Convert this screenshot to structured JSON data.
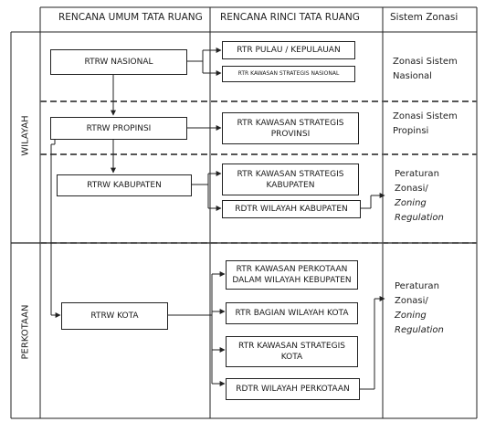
{
  "headers": {
    "col1": "RENCANA UMUM TATA RUANG",
    "col2": "RENCANA RINCI TATA RUANG",
    "col3": "Sistem Zonasi"
  },
  "rows": {
    "wilayah": "WILAYAH",
    "perkotaan": "PERKOTAAN"
  },
  "boxes": {
    "rtrw_nasional": "RTRW NASIONAL",
    "rtrw_propinsi": "RTRW PROPINSI",
    "rtrw_kabupaten": "RTRW KABUPATEN",
    "rtrw_kota": "RTRW KOTA",
    "rtr_pulau": "RTR PULAU / KEPULAUAN",
    "rtr_ksn": "RTR KAWASAN STRATEGIS NASIONAL",
    "rtr_ksp": "RTR KAWASAN STRATEGIS PROVINSI",
    "rtr_ksk": "RTR KAWASAN STRATEGIS KABUPATEN",
    "rdtr_kabupaten": "RDTR WILAYAH KABUPATEN",
    "rtr_perkotaan": "RTR KAWASAN PERKOTAAN DALAM WILAYAH KEBUPATEN",
    "rtr_bagian_kota": "RTR BAGIAN WILAYAH KOTA",
    "rtr_ks_kota": "RTR KAWASAN STRATEGIS KOTA",
    "rdtr_perkotaan": "RDTR WILAYAH PERKOTAAN"
  },
  "zones": {
    "nasional_line1": "Zonasi Sistem",
    "nasional_line2": "Nasional",
    "propinsi_line1": "Zonasi Sistem",
    "propinsi_line2": "Propinsi",
    "kab_line1": "Peraturan",
    "kab_line2": "Zonasi/",
    "kab_line3": "Zoning",
    "kab_line4": "Regulation",
    "kota_line1": "Peraturan",
    "kota_line2": "Zonasi/",
    "kota_line3": "Zoning",
    "kota_line4": "Regulation"
  },
  "colors": {
    "line": "#222222",
    "dashed": "#555555"
  }
}
